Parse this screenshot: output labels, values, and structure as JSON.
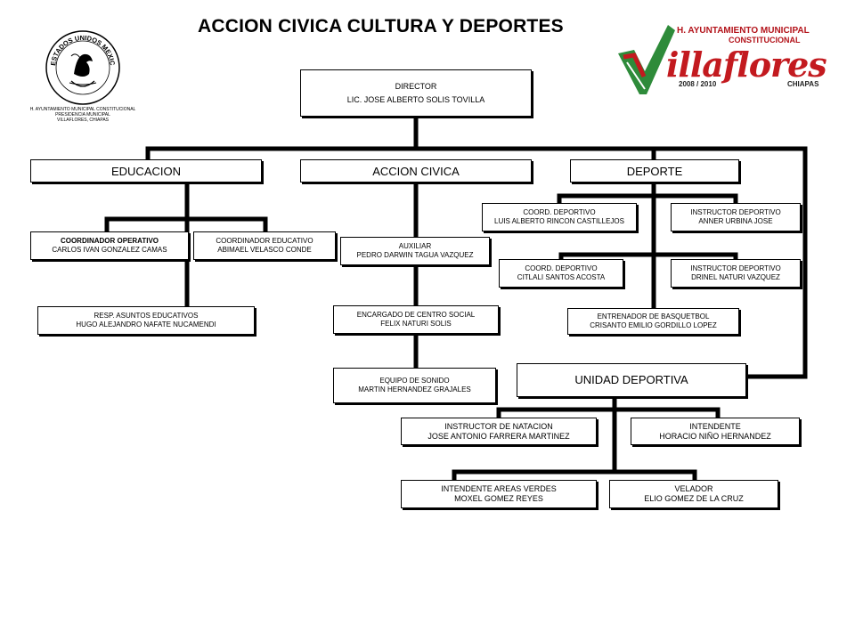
{
  "title": "ACCION CIVICA CULTURA Y DEPORTES",
  "seal": {
    "caption_lines": [
      "H. AYUNTAMIENTO MUNICIPAL CONSTITUCIONAL",
      "PRESIDENCIA MUNICIPAL",
      "VILLAFLORES, CHIAPAS"
    ],
    "ring_text": "ESTADOS UNIDOS MEXICANOS"
  },
  "logo": {
    "line1": "H. AYUNTAMIENTO MUNICIPAL",
    "line2": "CONSTITUCIONAL",
    "wordmark": "illaflores",
    "years": "2008 / 2010",
    "state": "CHIAPAS",
    "colors": {
      "green": "#2e8b3a",
      "red": "#c31a1f"
    }
  },
  "nodes": {
    "director": {
      "line1": "DIRECTOR",
      "line2": "LIC. JOSE ALBERTO SOLIS TOVILLA"
    },
    "educacion": {
      "line1": "EDUCACION"
    },
    "accion_civica": {
      "line1": "ACCION CIVICA"
    },
    "deporte": {
      "line1": "DEPORTE"
    },
    "coord_operativo": {
      "line1": "COORDINADOR OPERATIVO",
      "line2": "CARLOS IVAN GONZALEZ CAMAS"
    },
    "coord_educativo": {
      "line1": "COORDINADOR EDUCATIVO",
      "line2": "ABIMAEL VELASCO CONDE"
    },
    "resp_asuntos": {
      "line1": "RESP. ASUNTOS EDUCATIVOS",
      "line2": "HUGO ALEJANDRO NAFATE NUCAMENDI"
    },
    "auxiliar": {
      "line1": "AUXILIAR",
      "line2": "PEDRO DARWIN TAGUA VAZQUEZ"
    },
    "encargado_centro": {
      "line1": "ENCARGADO DE CENTRO SOCIAL",
      "line2": "FELIX NATURI SOLIS"
    },
    "equipo_sonido": {
      "line1": "EQUIPO DE SONIDO",
      "line2": "MARTIN HERNANDEZ GRAJALES"
    },
    "coord_deportivo_1": {
      "line1": "COORD. DEPORTIVO",
      "line2": "LUIS ALBERTO RINCON CASTILLEJOS"
    },
    "instructor_1": {
      "line1": "INSTRUCTOR DEPORTIVO",
      "line2": "ANNER URBINA JOSE"
    },
    "coord_deportivo_2": {
      "line1": "COORD. DEPORTIVO",
      "line2": "CITLALI SANTOS ACOSTA"
    },
    "instructor_2": {
      "line1": "INSTRUCTOR DEPORTIVO",
      "line2": "DRINEL NATURI VAZQUEZ"
    },
    "entrenador": {
      "line1": "ENTRENADOR DE BASQUETBOL",
      "line2": "CRISANTO EMILIO GORDILLO LOPEZ"
    },
    "unidad_deportiva": {
      "line1": "UNIDAD DEPORTIVA"
    },
    "instructor_natacion": {
      "line1": "INSTRUCTOR DE NATACION",
      "line2": "JOSE ANTONIO FARRERA MARTINEZ"
    },
    "intendente": {
      "line1": "INTENDENTE",
      "line2": "HORACIO NIÑO HERNANDEZ"
    },
    "intendente_areas": {
      "line1": "INTENDENTE AREAS VERDES",
      "line2": "MOXEL GOMEZ REYES"
    },
    "velador": {
      "line1": "VELADOR",
      "line2": "ELIO GOMEZ DE LA CRUZ"
    }
  }
}
